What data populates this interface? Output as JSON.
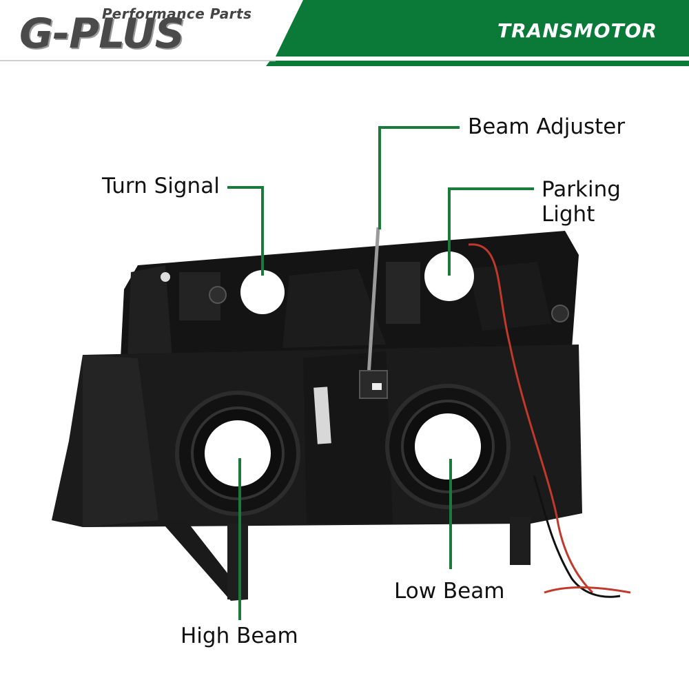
{
  "header": {
    "logo_tagline": "Performance Parts",
    "logo_name": "G-PLUS",
    "brand": "TRANSMOTOR",
    "colors": {
      "green": "#0b7a38",
      "dark_green": "#0a5e2c",
      "callout_line": "#1a7a3a"
    }
  },
  "product": {
    "icon": "headlight-assembly-rear-view"
  },
  "callouts": {
    "beam_adjuster": "Beam Adjuster",
    "turn_signal": "Turn Signal",
    "parking_light_line1": "Parking",
    "parking_light_line2": "Light",
    "low_beam": "Low Beam",
    "high_beam": "High Beam"
  }
}
